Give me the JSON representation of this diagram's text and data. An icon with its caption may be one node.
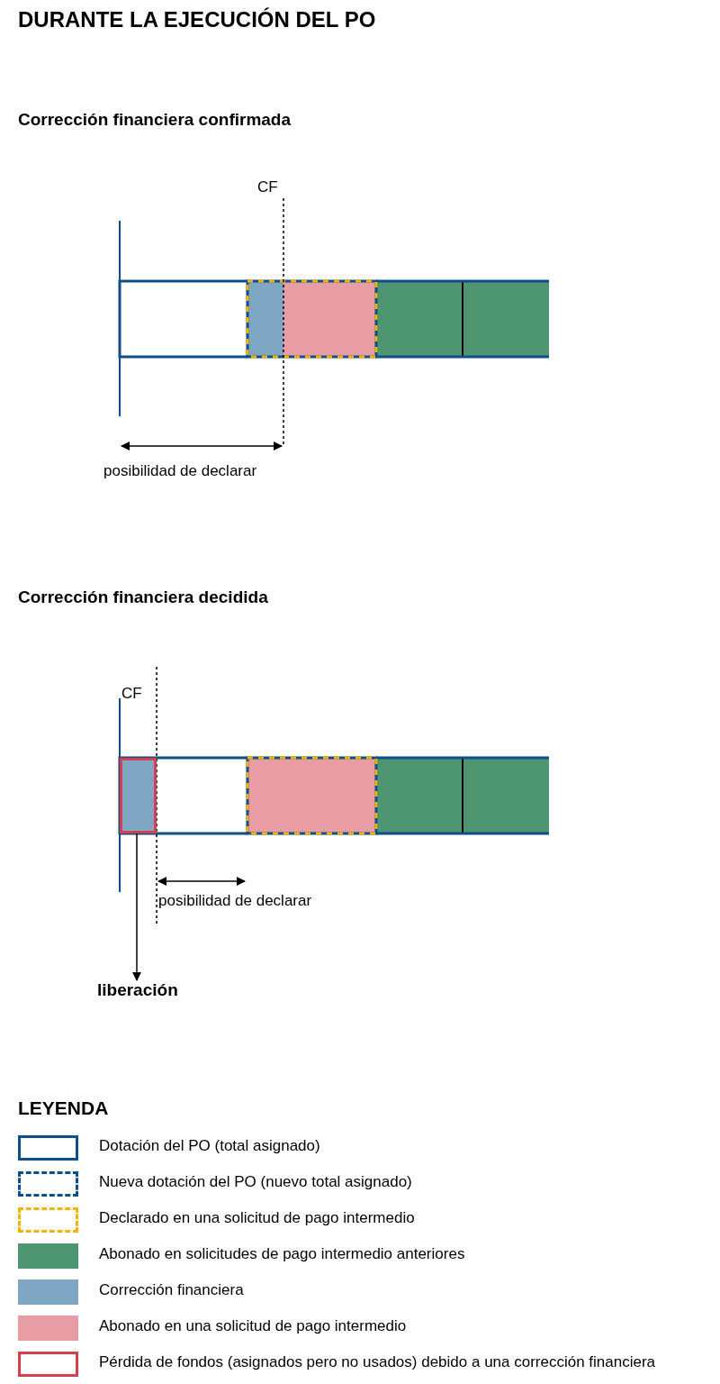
{
  "diagram": {
    "title": "DURANTE LA EJECUCIÓN DEL PO",
    "nodes": [
      {
        "text": [],
        "shape": "box"
      },
      {
        "text": [
          "liberación"
        ]
      }
    ],
    "edges": [
      {
        "from": 0,
        "to": 1,
        "arrow": "to"
      }
    ],
    "labels": [
      "Corrección financiera confirmada",
      "CF",
      "posibilidad de declarar",
      "Corrección financiera decidida",
      "CF",
      "posibilidad de declarar",
      "LEYENDA"
    ],
    "legend": [
      {
        "text": "Dotación del PO (total asignado)"
      },
      {
        "text": "Nueva dotación del PO (nuevo total asignado)"
      },
      {
        "text": "Declarado en una solicitud de pago intermedio"
      },
      {
        "text": "Abonado en solicitudes de pago intermedio anteriores",
        "color": "#4e9571"
      },
      {
        "text": "Corrección financiera",
        "color": "#7fa7c4"
      },
      {
        "text": "Abonado en una solicitud de pago intermedio",
        "color": "#e89ca4"
      },
      {
        "text": "Pérdida de fondos (asignados pero no usados) debido a una corrección financiera"
      }
    ]
  }
}
